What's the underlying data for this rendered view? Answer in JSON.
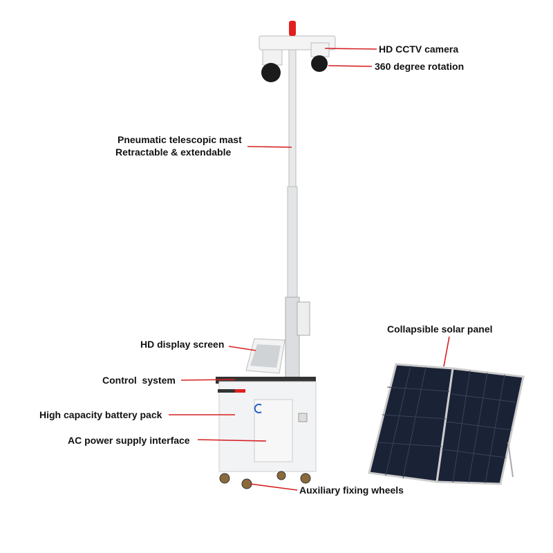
{
  "labels": {
    "cctv_camera": "HD CCTV camera",
    "rotation": "360 degree rotation",
    "mast_line1": "Pneumatic telescopic mast",
    "mast_line2": "Retractable & extendable",
    "display": "HD display screen",
    "control": "Control  system",
    "battery": "High capacity battery pack",
    "ac_power": "AC power supply interface",
    "wheels": "Auxiliary fixing wheels",
    "solar": "Collapsible solar panel"
  },
  "colors": {
    "leader_line": "#d42020",
    "beacon": "#e02020",
    "panel": "#1a2236",
    "body": "#f2f3f5"
  }
}
